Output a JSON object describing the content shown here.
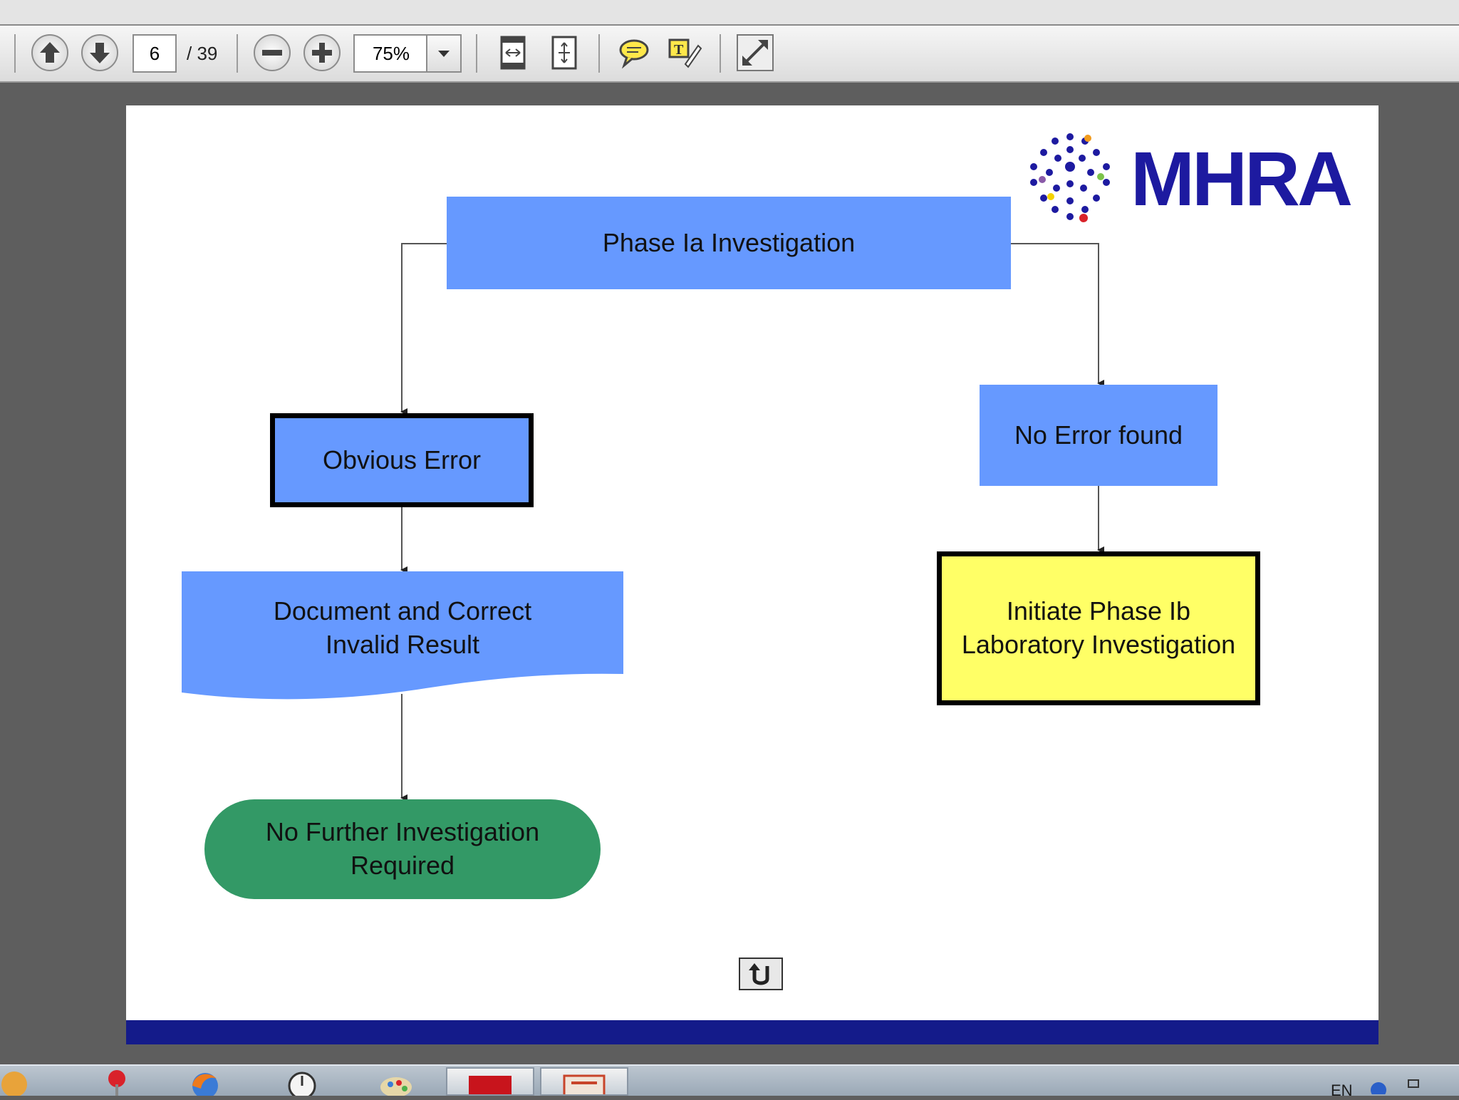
{
  "toolbar": {
    "current_page": "6",
    "page_total": "/ 39",
    "zoom": "75%"
  },
  "document": {
    "logo": "MHRA",
    "nodes": {
      "phase_ia": "Phase Ia Investigation",
      "obvious_error": "Obvious Error",
      "no_error": "No Error found",
      "document_correct": "Document and Correct\nInvalid Result",
      "initiate_phase_ib": "Initiate Phase Ib\nLaboratory Investigation",
      "no_further": "No Further Investigation\nRequired"
    },
    "colors": {
      "process_blue": "#6699ff",
      "highlight_yellow": "#ffff66",
      "terminal_green": "#339966",
      "footer_navy": "#141b8a"
    }
  },
  "taskbar": {
    "language": "EN"
  }
}
